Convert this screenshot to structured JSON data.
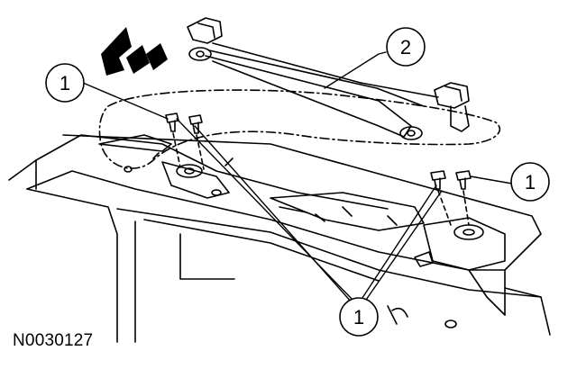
{
  "figure": {
    "id_label": "N0030127"
  },
  "callouts": [
    {
      "key": "screws-left",
      "number": "1"
    },
    {
      "key": "wiper-linkage",
      "number": "2"
    },
    {
      "key": "screws-right",
      "number": "1"
    },
    {
      "key": "screws-bottom",
      "number": "1"
    }
  ],
  "colors": {
    "line": "#000000",
    "background": "#ffffff"
  }
}
